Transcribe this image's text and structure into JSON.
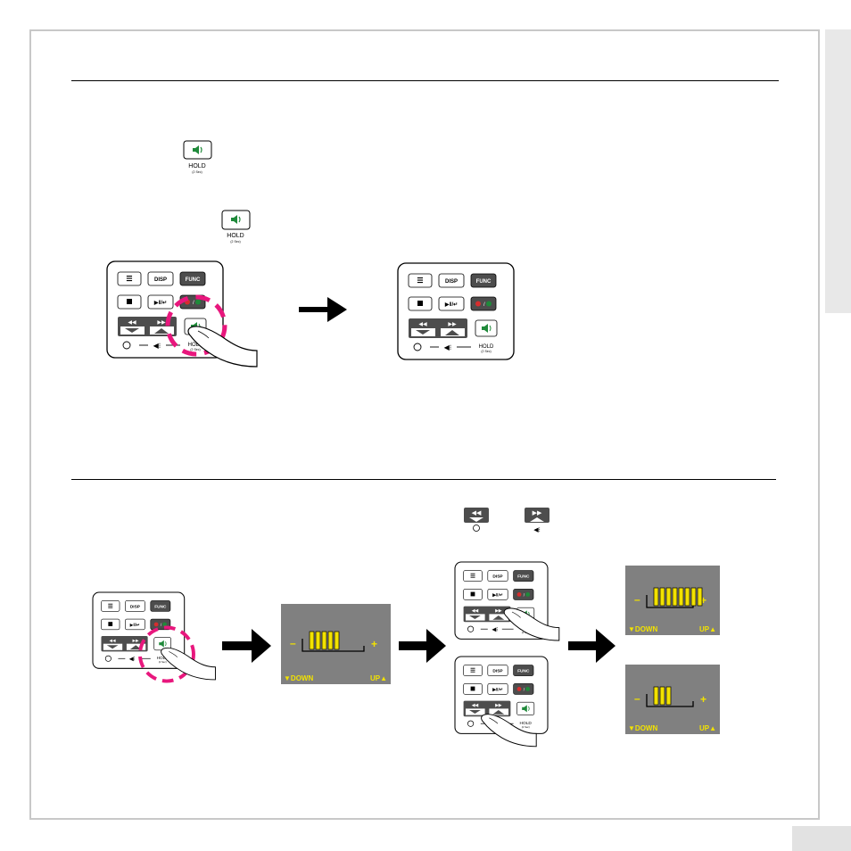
{
  "icons": {
    "volume": "speaker-icon",
    "timer": "timer-icon",
    "speed": "speed-icon",
    "rewind": "rewind-icon",
    "forward": "fast-forward-icon",
    "stop": "stop-icon",
    "record": "record-icon",
    "arrow": "arrow-right-icon"
  },
  "inline_hold": {
    "label": "HOLD",
    "sub": "(2 Sec)"
  },
  "remote": {
    "menu_glyph": "☰",
    "disp": "DISP",
    "func": "FUNC",
    "play_label": "▶‖/↵",
    "hold": "HOLD",
    "hold_sub": "(2 Sec)"
  },
  "volume_screens": [
    {
      "minus": "–",
      "plus": "+",
      "down": "▼DOWN",
      "up": "UP▲",
      "level": 5
    },
    {
      "minus": "–",
      "plus": "+",
      "down": "▼DOWN",
      "up": "UP▲",
      "level": 8
    },
    {
      "minus": "–",
      "plus": "+",
      "down": "▼DOWN",
      "up": "UP▲",
      "level": 3
    }
  ],
  "colors": {
    "button_dark": "#4d4d4d",
    "accent_green": "#1f8a3a",
    "record_red": "#d62e2e",
    "highlight_magenta": "#e8177d",
    "screen_bg": "#808080",
    "bar_yellow": "#f2e200"
  }
}
